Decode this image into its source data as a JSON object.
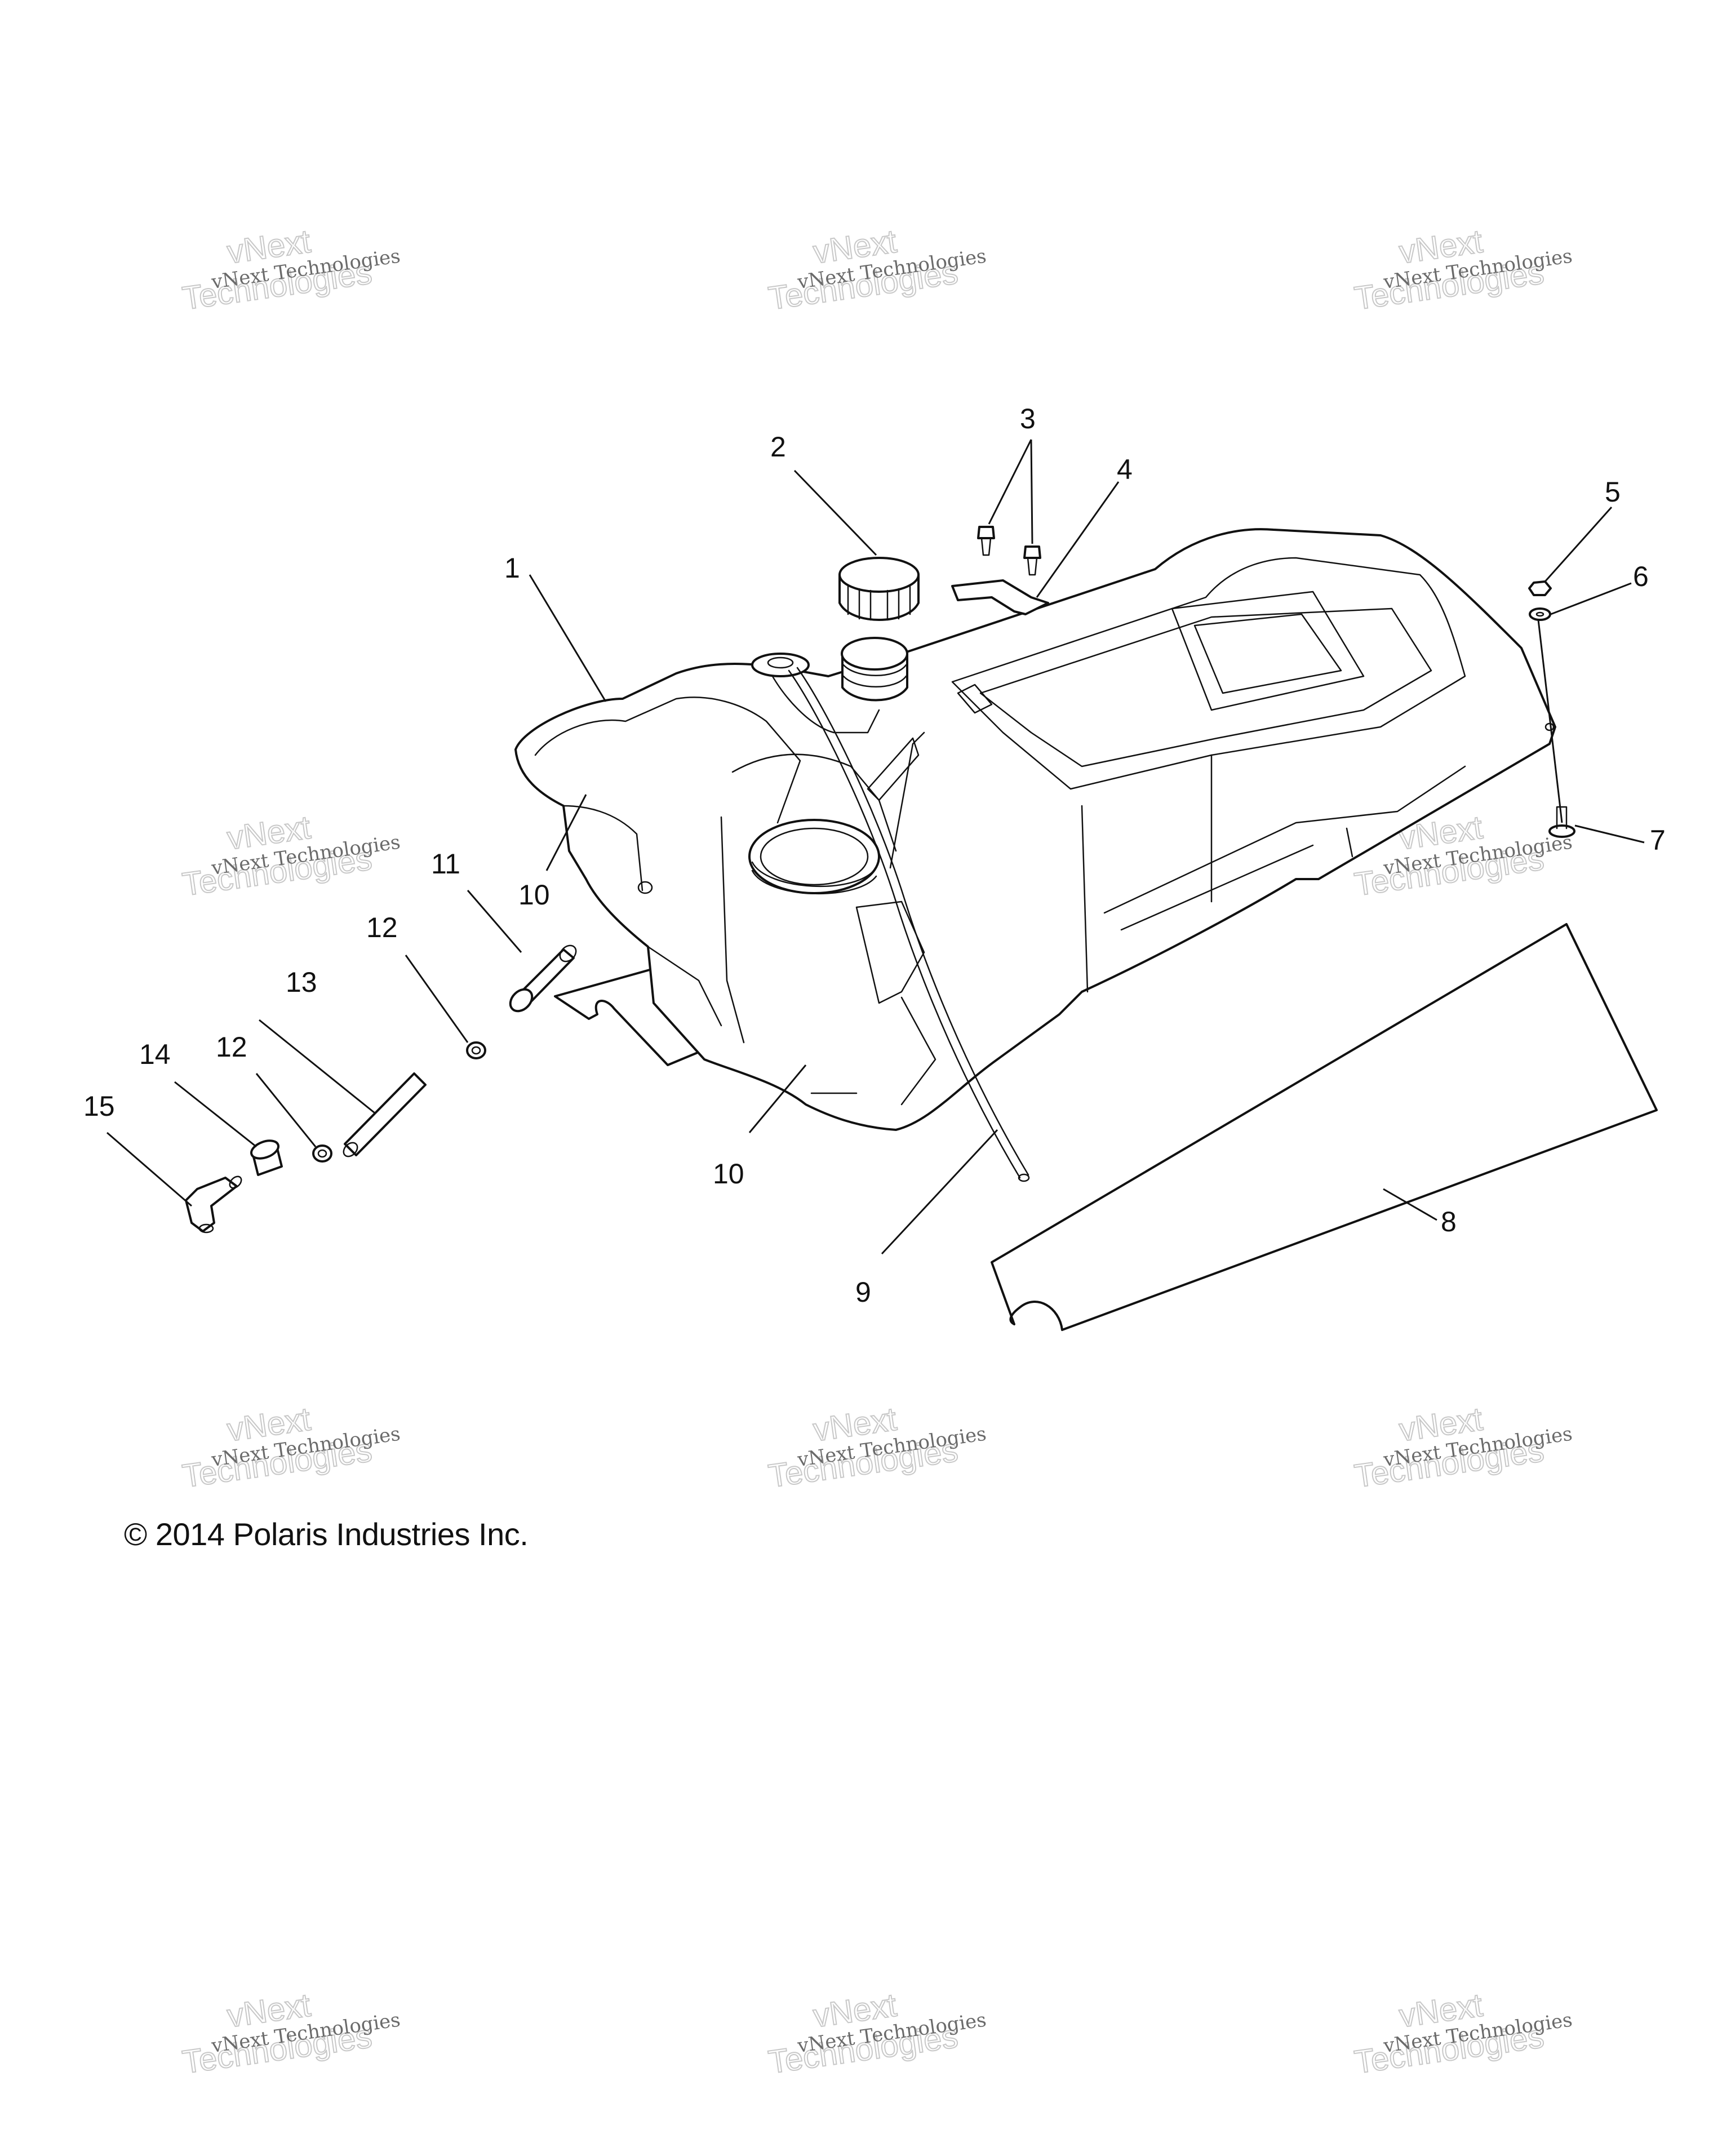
{
  "copyright": "© 2014 Polaris Industries Inc.",
  "watermark": {
    "line1": "vNext Technologies",
    "large1": "vNext",
    "large2": "Technologies"
  },
  "callouts": {
    "c1": "1",
    "c2": "2",
    "c3": "3",
    "c4": "4",
    "c5": "5",
    "c6": "6",
    "c7": "7",
    "c8": "8",
    "c9": "9",
    "c10a": "10",
    "c10b": "10",
    "c11": "11",
    "c12a": "12",
    "c12b": "12",
    "c13": "13",
    "c14": "14",
    "c15": "15"
  }
}
